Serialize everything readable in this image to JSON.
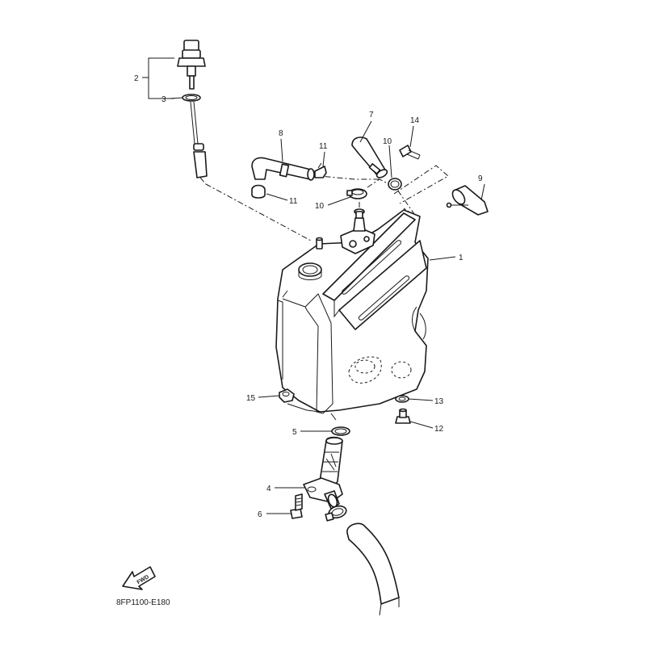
{
  "callouts": {
    "c1": "1",
    "c2": "2",
    "c3": "3",
    "c4": "4",
    "c5": "5",
    "c6": "6",
    "c7": "7",
    "c8": "8",
    "c9": "9",
    "c10a": "10",
    "c10b": "10",
    "c11a": "11",
    "c11b": "11",
    "c12": "12",
    "c13": "13",
    "c14": "14",
    "c15": "15"
  },
  "fwd_label": "FWD",
  "diagram_code": "8FP1100-E180",
  "icons": {
    "direction": "fwd-arrow-icon"
  },
  "colors": {
    "ink": "#1a1a1a",
    "background": "#ffffff"
  }
}
